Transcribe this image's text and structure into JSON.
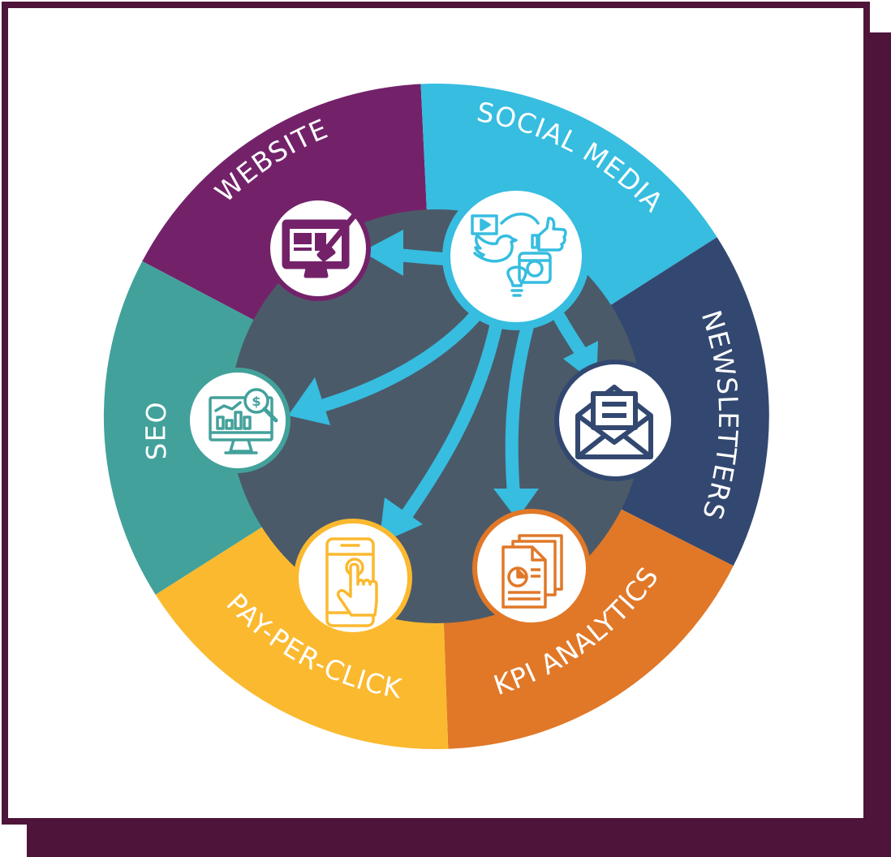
{
  "diagram": {
    "hub": {
      "label": "",
      "icon": "social-media-icon",
      "ring_color": "#36bde0"
    },
    "segments": [
      {
        "id": "website",
        "label": "WEBSITE",
        "color": "#73226a",
        "icon": "monitor-paintbrush-icon"
      },
      {
        "id": "social-media",
        "label": "SOCIAL MEDIA",
        "color": "#36bde0",
        "icon": "social-media-icon"
      },
      {
        "id": "newsletters",
        "label": "NEWSLETTERS",
        "color": "#334870",
        "icon": "envelope-icon"
      },
      {
        "id": "kpi-analytics",
        "label": "KPI ANALYTICS",
        "color": "#e07828",
        "icon": "report-documents-icon"
      },
      {
        "id": "pay-per-click",
        "label": "PAY-PER-CLICK",
        "color": "#fbb92f",
        "icon": "tap-phone-icon"
      },
      {
        "id": "seo",
        "label": "SEO",
        "color": "#43a19b",
        "icon": "seo-monitor-icon"
      }
    ],
    "colors": {
      "frame": "#4e1439",
      "inner_disc": "#4b5a69",
      "arrow": "#36bde0",
      "background": "#ffffff"
    }
  }
}
